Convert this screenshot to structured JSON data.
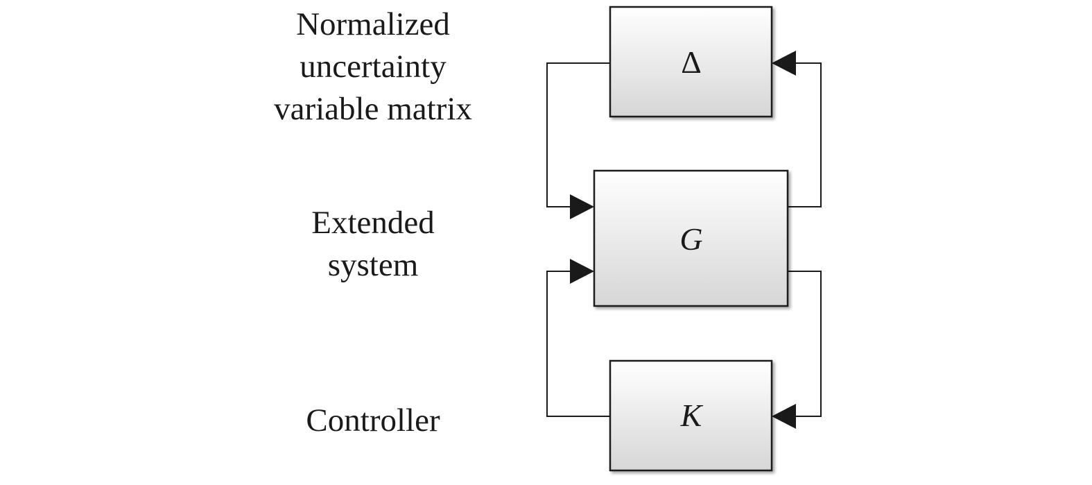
{
  "labels": {
    "uncertainty": [
      "Normalized",
      "uncertainty",
      "variable matrix"
    ],
    "extended": [
      "Extended",
      "system"
    ],
    "controller": "Controller"
  },
  "blocks": {
    "delta": {
      "symbol": "Δ"
    },
    "plant": {
      "symbol": "G"
    },
    "controller": {
      "symbol": "K"
    }
  },
  "colors": {
    "block_border": "#1a1a1a",
    "block_fill_top": "#ffffff",
    "block_fill_bottom": "#d9d9d9",
    "line": "#1a1a1a",
    "text": "#1a1a1a"
  }
}
